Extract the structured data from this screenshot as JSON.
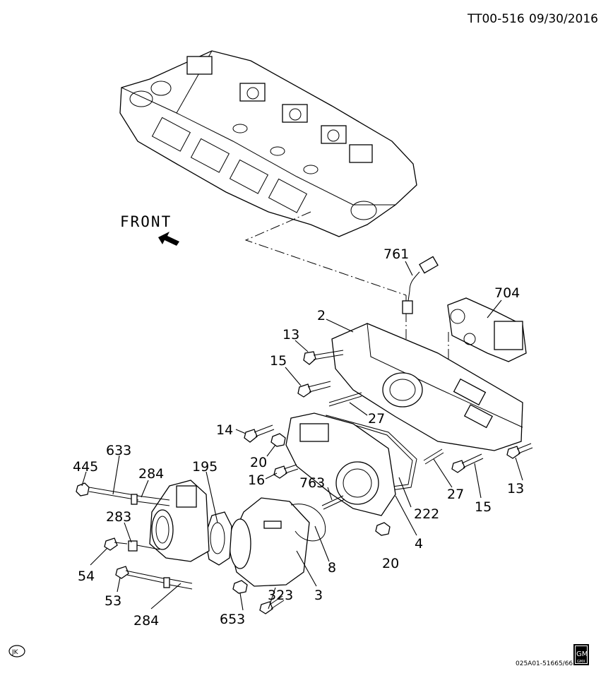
{
  "header": {
    "code": "TT00-516",
    "date": "09/30/2016"
  },
  "orientation": {
    "label": "FRONT",
    "arrow_icon": "front-direction-arrow-icon"
  },
  "callouts": [
    {
      "id": "c761",
      "text": "761"
    },
    {
      "id": "c704",
      "text": "704"
    },
    {
      "id": "c2",
      "text": "2"
    },
    {
      "id": "c13a",
      "text": "13"
    },
    {
      "id": "c15a",
      "text": "15"
    },
    {
      "id": "c27a",
      "text": "27"
    },
    {
      "id": "c14",
      "text": "14"
    },
    {
      "id": "c20a",
      "text": "20"
    },
    {
      "id": "c16",
      "text": "16"
    },
    {
      "id": "c763",
      "text": "763"
    },
    {
      "id": "c222",
      "text": "222"
    },
    {
      "id": "c27b",
      "text": "27"
    },
    {
      "id": "c15b",
      "text": "15"
    },
    {
      "id": "c13b",
      "text": "13"
    },
    {
      "id": "c4",
      "text": "4"
    },
    {
      "id": "c20b",
      "text": "20"
    },
    {
      "id": "c633",
      "text": "633"
    },
    {
      "id": "c445",
      "text": "445"
    },
    {
      "id": "c284a",
      "text": "284"
    },
    {
      "id": "c195",
      "text": "195"
    },
    {
      "id": "c283",
      "text": "283"
    },
    {
      "id": "c54",
      "text": "54"
    },
    {
      "id": "c53",
      "text": "53"
    },
    {
      "id": "c284b",
      "text": "284"
    },
    {
      "id": "c653",
      "text": "653"
    },
    {
      "id": "c323",
      "text": "323"
    },
    {
      "id": "c3",
      "text": "3"
    },
    {
      "id": "c8",
      "text": "8"
    }
  ],
  "footer": {
    "symbol": "JK",
    "drawing_number": "025A01-51665/66",
    "logo_text": "GM",
    "logo_sub": "GMX",
    "logo_icon": "gm-logo-icon"
  }
}
